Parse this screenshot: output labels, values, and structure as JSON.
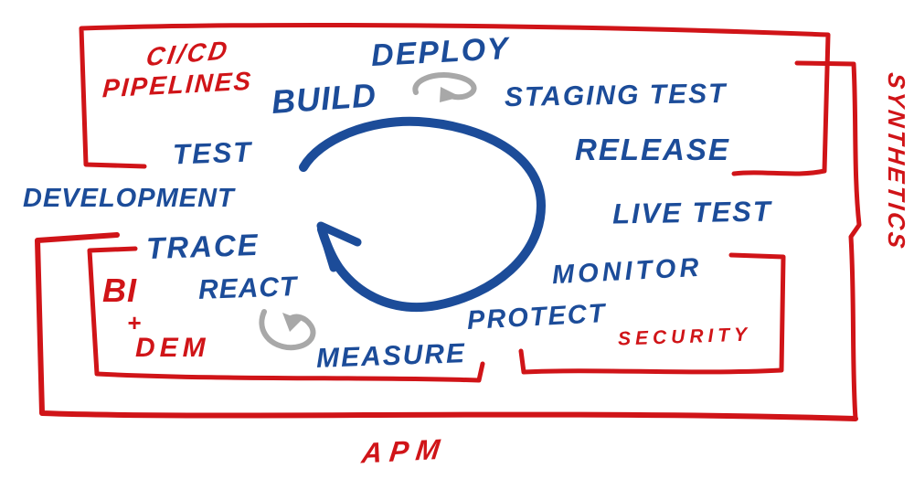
{
  "diagram_title": "DevOps lifecycle whiteboard sketch",
  "colors": {
    "ink_blue": "#1c4c99",
    "ink_red": "#d01418",
    "ink_gray": "#a8a8a8",
    "background": "#ffffff"
  },
  "cycle": {
    "deploy": "DEPLOY",
    "build": "BUILD",
    "staging_test": "STAGING TEST",
    "release": "RELEASE",
    "test": "TEST",
    "development": "DEVELOPMENT",
    "live_test": "LIVE TEST",
    "trace": "TRACE",
    "monitor": "MONITOR",
    "react": "REACT",
    "protect": "PROTECT",
    "measure": "MEASURE"
  },
  "tooling": {
    "cicd_line1": "CI/CD",
    "cicd_line2": "PIPELINES",
    "bi": "BI",
    "plus": "+",
    "dem": "DEM",
    "security": "SECURITY",
    "apm": "APM",
    "synthetics": "SYNTHETICS"
  },
  "icons": {
    "cycle_arrow": "large-clockwise-cycle-arrow",
    "deploy_loop": "small-clockwise-loop-arrow",
    "react_loop": "small-counterclockwise-loop-arrow"
  }
}
